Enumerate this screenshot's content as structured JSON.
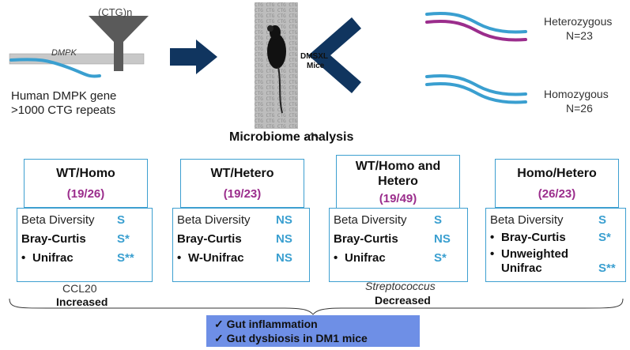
{
  "top": {
    "repeat_label": "(CTG)n",
    "gene_label": "DMPK",
    "gene_caption_1": "Human DMPK gene",
    "gene_caption_2": ">1000 CTG repeats",
    "cage_text": "CTG",
    "mouse_label_1": "DMSXL",
    "mouse_label_2": "Mice",
    "hetero_label": "Heterozygous",
    "hetero_n": "N=23",
    "homo_label": "Homozygous",
    "homo_n": "N=26"
  },
  "section_title": "Microbiome analysis",
  "comparisons": [
    {
      "title_lines": [
        "WT/Homo"
      ],
      "ratio": "(19/26)",
      "rows": [
        {
          "label": "Beta Diversity",
          "value": "S",
          "bold": false,
          "bullet": ""
        },
        {
          "label": "Bray-Curtis",
          "value": "S*",
          "bold": true,
          "bullet": ""
        },
        {
          "label": "Unifrac",
          "value": "S**",
          "bold": true,
          "bullet": "•"
        }
      ]
    },
    {
      "title_lines": [
        "WT/Hetero"
      ],
      "ratio": "(19/23)",
      "rows": [
        {
          "label": "Beta Diversity",
          "value": "NS",
          "bold": false,
          "bullet": ""
        },
        {
          "label": "Bray-Curtis",
          "value": "NS",
          "bold": true,
          "bullet": ""
        },
        {
          "label": "W-Unifrac",
          "value": "NS",
          "bold": true,
          "bullet": "•"
        }
      ]
    },
    {
      "title_lines": [
        "WT/Homo and",
        "Hetero"
      ],
      "ratio": "(19/49)",
      "rows": [
        {
          "label": "Beta Diversity",
          "value": "S",
          "bold": false,
          "bullet": ""
        },
        {
          "label": "Bray-Curtis",
          "value": "NS",
          "bold": true,
          "bullet": ""
        },
        {
          "label": "Unifrac",
          "value": "S*",
          "bold": true,
          "bullet": "•"
        }
      ]
    },
    {
      "title_lines": [
        "Homo/Hetero"
      ],
      "ratio": "(26/23)",
      "rows": [
        {
          "label": "Beta Diversity",
          "value": "S",
          "bold": false,
          "bullet": ""
        },
        {
          "label": "Bray-Curtis",
          "value": "S*",
          "bold": true,
          "bullet": "•"
        },
        {
          "label": "Unweighted",
          "value": "",
          "bold": true,
          "bullet": "•"
        },
        {
          "label": "Unifrac",
          "value": "S**",
          "bold": true,
          "bullet": ""
        }
      ]
    }
  ],
  "notes": {
    "ccl20": "CCL20",
    "ccl20_change": "Increased",
    "strep": "Streptococcus",
    "strep_change": "Decreased"
  },
  "conclusion": {
    "items": [
      "Gut inflammation",
      "Gut dysbiosis in DM1 mice"
    ]
  },
  "colors": {
    "blue": "#3d9fd0",
    "magenta": "#9b2d8c",
    "navy": "#10355f",
    "conclusion_bg": "#6e8fe6"
  }
}
